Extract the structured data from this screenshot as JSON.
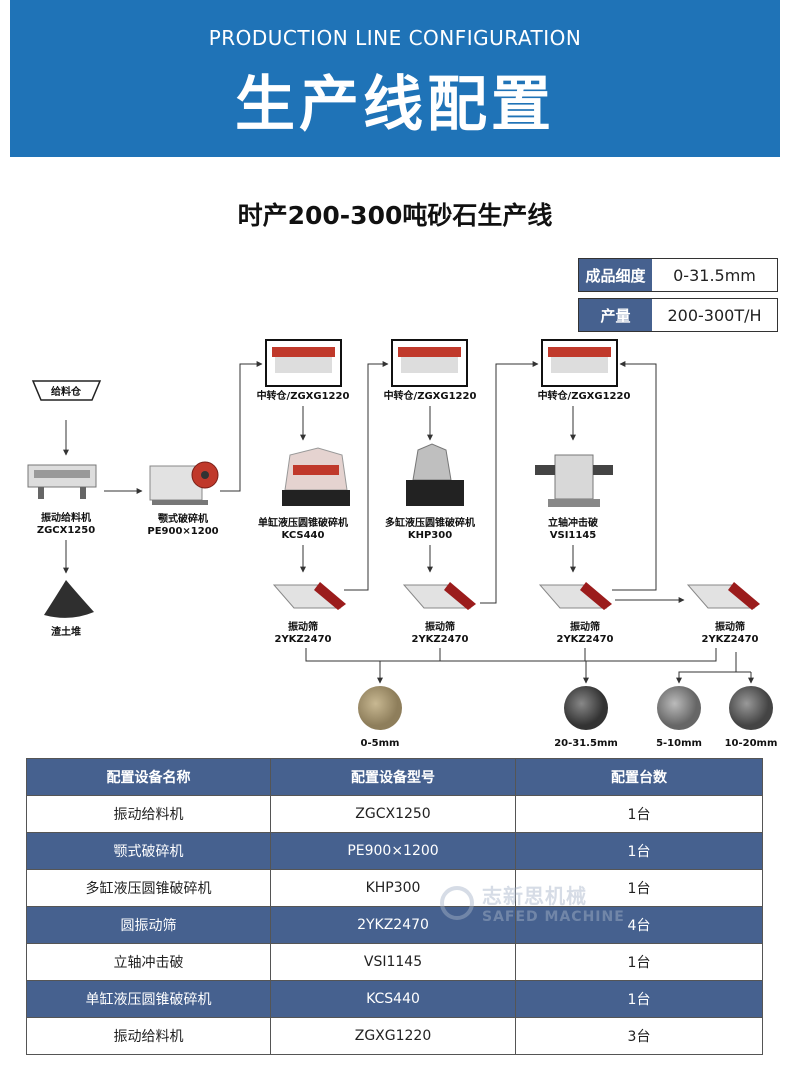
{
  "header": {
    "en": "PRODUCTION LINE CONFIGURATION",
    "cn": "生产线配置"
  },
  "subtitle": "时产200-300吨砂石生产线",
  "specs": [
    {
      "key": "成品细度",
      "value": "0-31.5mm"
    },
    {
      "key": "产量",
      "value": "200-300T/H"
    }
  ],
  "flow": {
    "hopper": "给料仓",
    "feeder": {
      "name": "振动给料机",
      "model": "ZGCX1250"
    },
    "waste": "渣土堆",
    "jaw": {
      "name": "颚式破碎机",
      "model": "PE900×1200"
    },
    "bins": [
      {
        "name": "中转仓/ZGXG1220"
      },
      {
        "name": "中转仓/ZGXG1220"
      },
      {
        "name": "中转仓/ZGXG1220"
      }
    ],
    "crushers": [
      {
        "name": "单缸液压圆锥破碎机",
        "model": "KCS440"
      },
      {
        "name": "多缸液压圆锥破碎机",
        "model": "KHP300"
      },
      {
        "name": "立轴冲击破",
        "model": "VSI1145"
      }
    ],
    "screens": [
      {
        "name": "振动筛",
        "model": "2YKZ2470"
      },
      {
        "name": "振动筛",
        "model": "2YKZ2470"
      },
      {
        "name": "振动筛",
        "model": "2YKZ2470"
      },
      {
        "name": "振动筛",
        "model": "2YKZ2470"
      }
    ],
    "products": [
      "0-5mm",
      "20-31.5mm",
      "5-10mm",
      "10-20mm"
    ]
  },
  "table": {
    "headers": [
      "配置设备名称",
      "配置设备型号",
      "配置台数"
    ],
    "rows": [
      [
        "振动给料机",
        "ZGCX1250",
        "1台"
      ],
      [
        "颚式破碎机",
        "PE900×1200",
        "1台"
      ],
      [
        "多缸液压圆锥破碎机",
        "KHP300",
        "1台"
      ],
      [
        "圆振动筛",
        "2YKZ2470",
        "4台"
      ],
      [
        "立轴冲击破",
        "VSI1145",
        "1台"
      ],
      [
        "单缸液压圆锥破碎机",
        "KCS440",
        "1台"
      ],
      [
        "振动给料机",
        "ZGXG1220",
        "3台"
      ]
    ]
  },
  "watermark": {
    "cn": "志新思机械",
    "en": "SAFED MACHINE"
  },
  "colors": {
    "header_bg": "#1f73b7",
    "table_shade": "#46618f",
    "accent_red": "#c0392b"
  }
}
